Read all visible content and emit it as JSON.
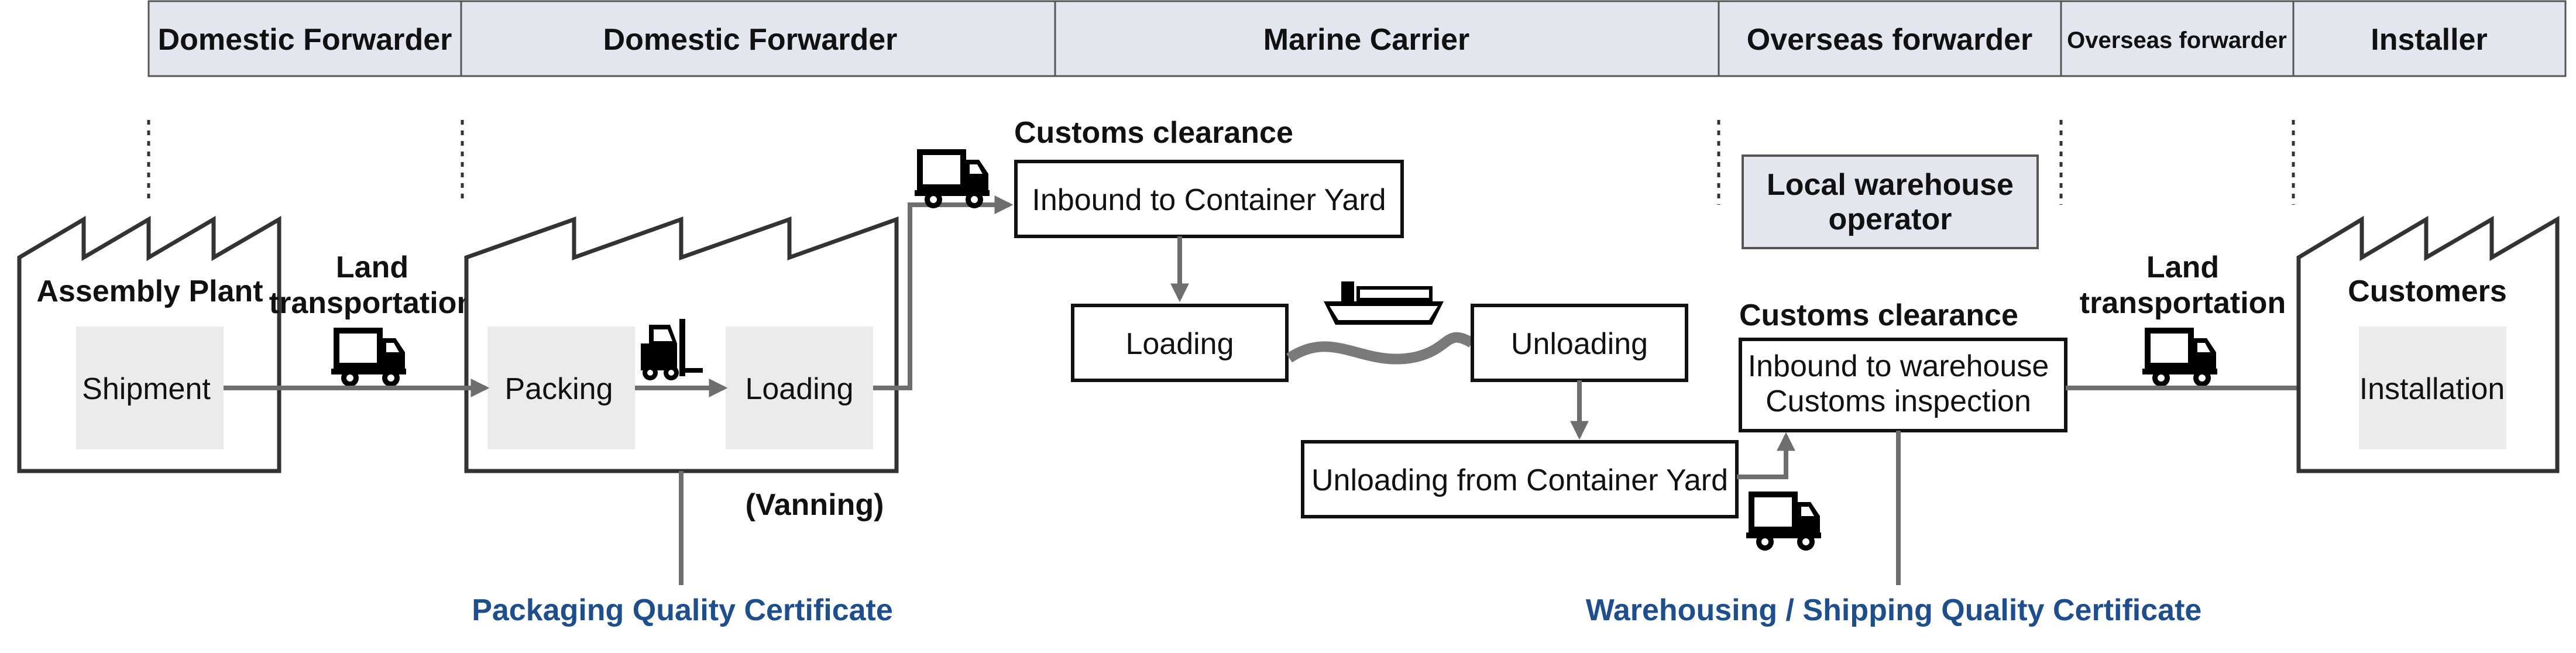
{
  "roles": [
    "Domestic Forwarder",
    "Domestic Forwarder",
    "Marine Carrier",
    "Overseas forwarder",
    "Overseas forwarder",
    "Installer"
  ],
  "facilities": {
    "assembly_plant": "Assembly Plant",
    "customers": "Customers"
  },
  "transport": {
    "land_left_line1": "Land",
    "land_left_line2": "transportation",
    "land_right_line1": "Land",
    "land_right_line2": "transportation"
  },
  "steps": {
    "shipment": "Shipment",
    "packing": "Packing",
    "loading_plant": "Loading",
    "vanning": "(Vanning)",
    "customs_export": "Customs clearance",
    "inbound_cy": "Inbound to Container Yard",
    "loading_ship": "Loading",
    "unloading_ship": "Unloading",
    "unloading_cy": "Unloading from Container Yard",
    "warehouse_operator_line1": "Local warehouse",
    "warehouse_operator_line2": "operator",
    "customs_import": "Customs clearance",
    "inbound_wh_line1": "Inbound to warehouse",
    "inbound_wh_line2": "Customs inspection",
    "installation": "Installation"
  },
  "certificates": {
    "packaging": "Packaging Quality Certificate",
    "warehousing": "Warehousing / Shipping Quality Certificate"
  },
  "colors": {
    "header_bg": "#e3e6ef",
    "step_bg": "#ebebeb",
    "certificate_text": "#1f4e8c",
    "flow_line": "#6e6e6e"
  },
  "icons": [
    "truck-icon",
    "forklift-icon",
    "ship-icon",
    "wave-icon",
    "factory-icon"
  ]
}
